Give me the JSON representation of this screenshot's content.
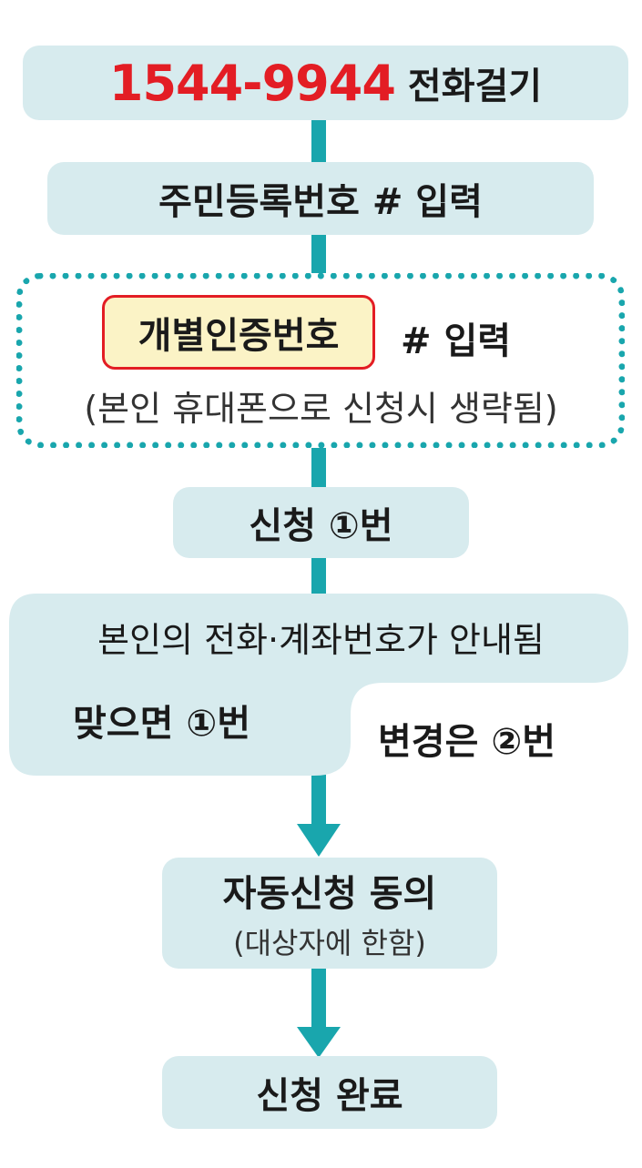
{
  "step1": {
    "phone": "1544-9944",
    "action": "전화걸기"
  },
  "step2": {
    "text": "주민등록번호 # 입력"
  },
  "step3": {
    "highlight": "개별인증번호",
    "suffix": "# 입력",
    "note": "(본인 휴대폰으로 신청시 생략됨)"
  },
  "step4": {
    "text": "신청 ①번"
  },
  "step5": {
    "text": "본인의 전화·계좌번호가 안내됨",
    "yes": "맞으면 ①번",
    "change": "변경은 ②번"
  },
  "step6": {
    "text": "자동신청 동의",
    "note": "(대상자에 한함)"
  },
  "step7": {
    "text": "신청 완료"
  },
  "colors": {
    "box": "#d7ebee",
    "connector": "#19a6ad",
    "phone": "#e31d24",
    "highlight_fill": "#fbf3c6",
    "highlight_border": "#e31d24"
  }
}
